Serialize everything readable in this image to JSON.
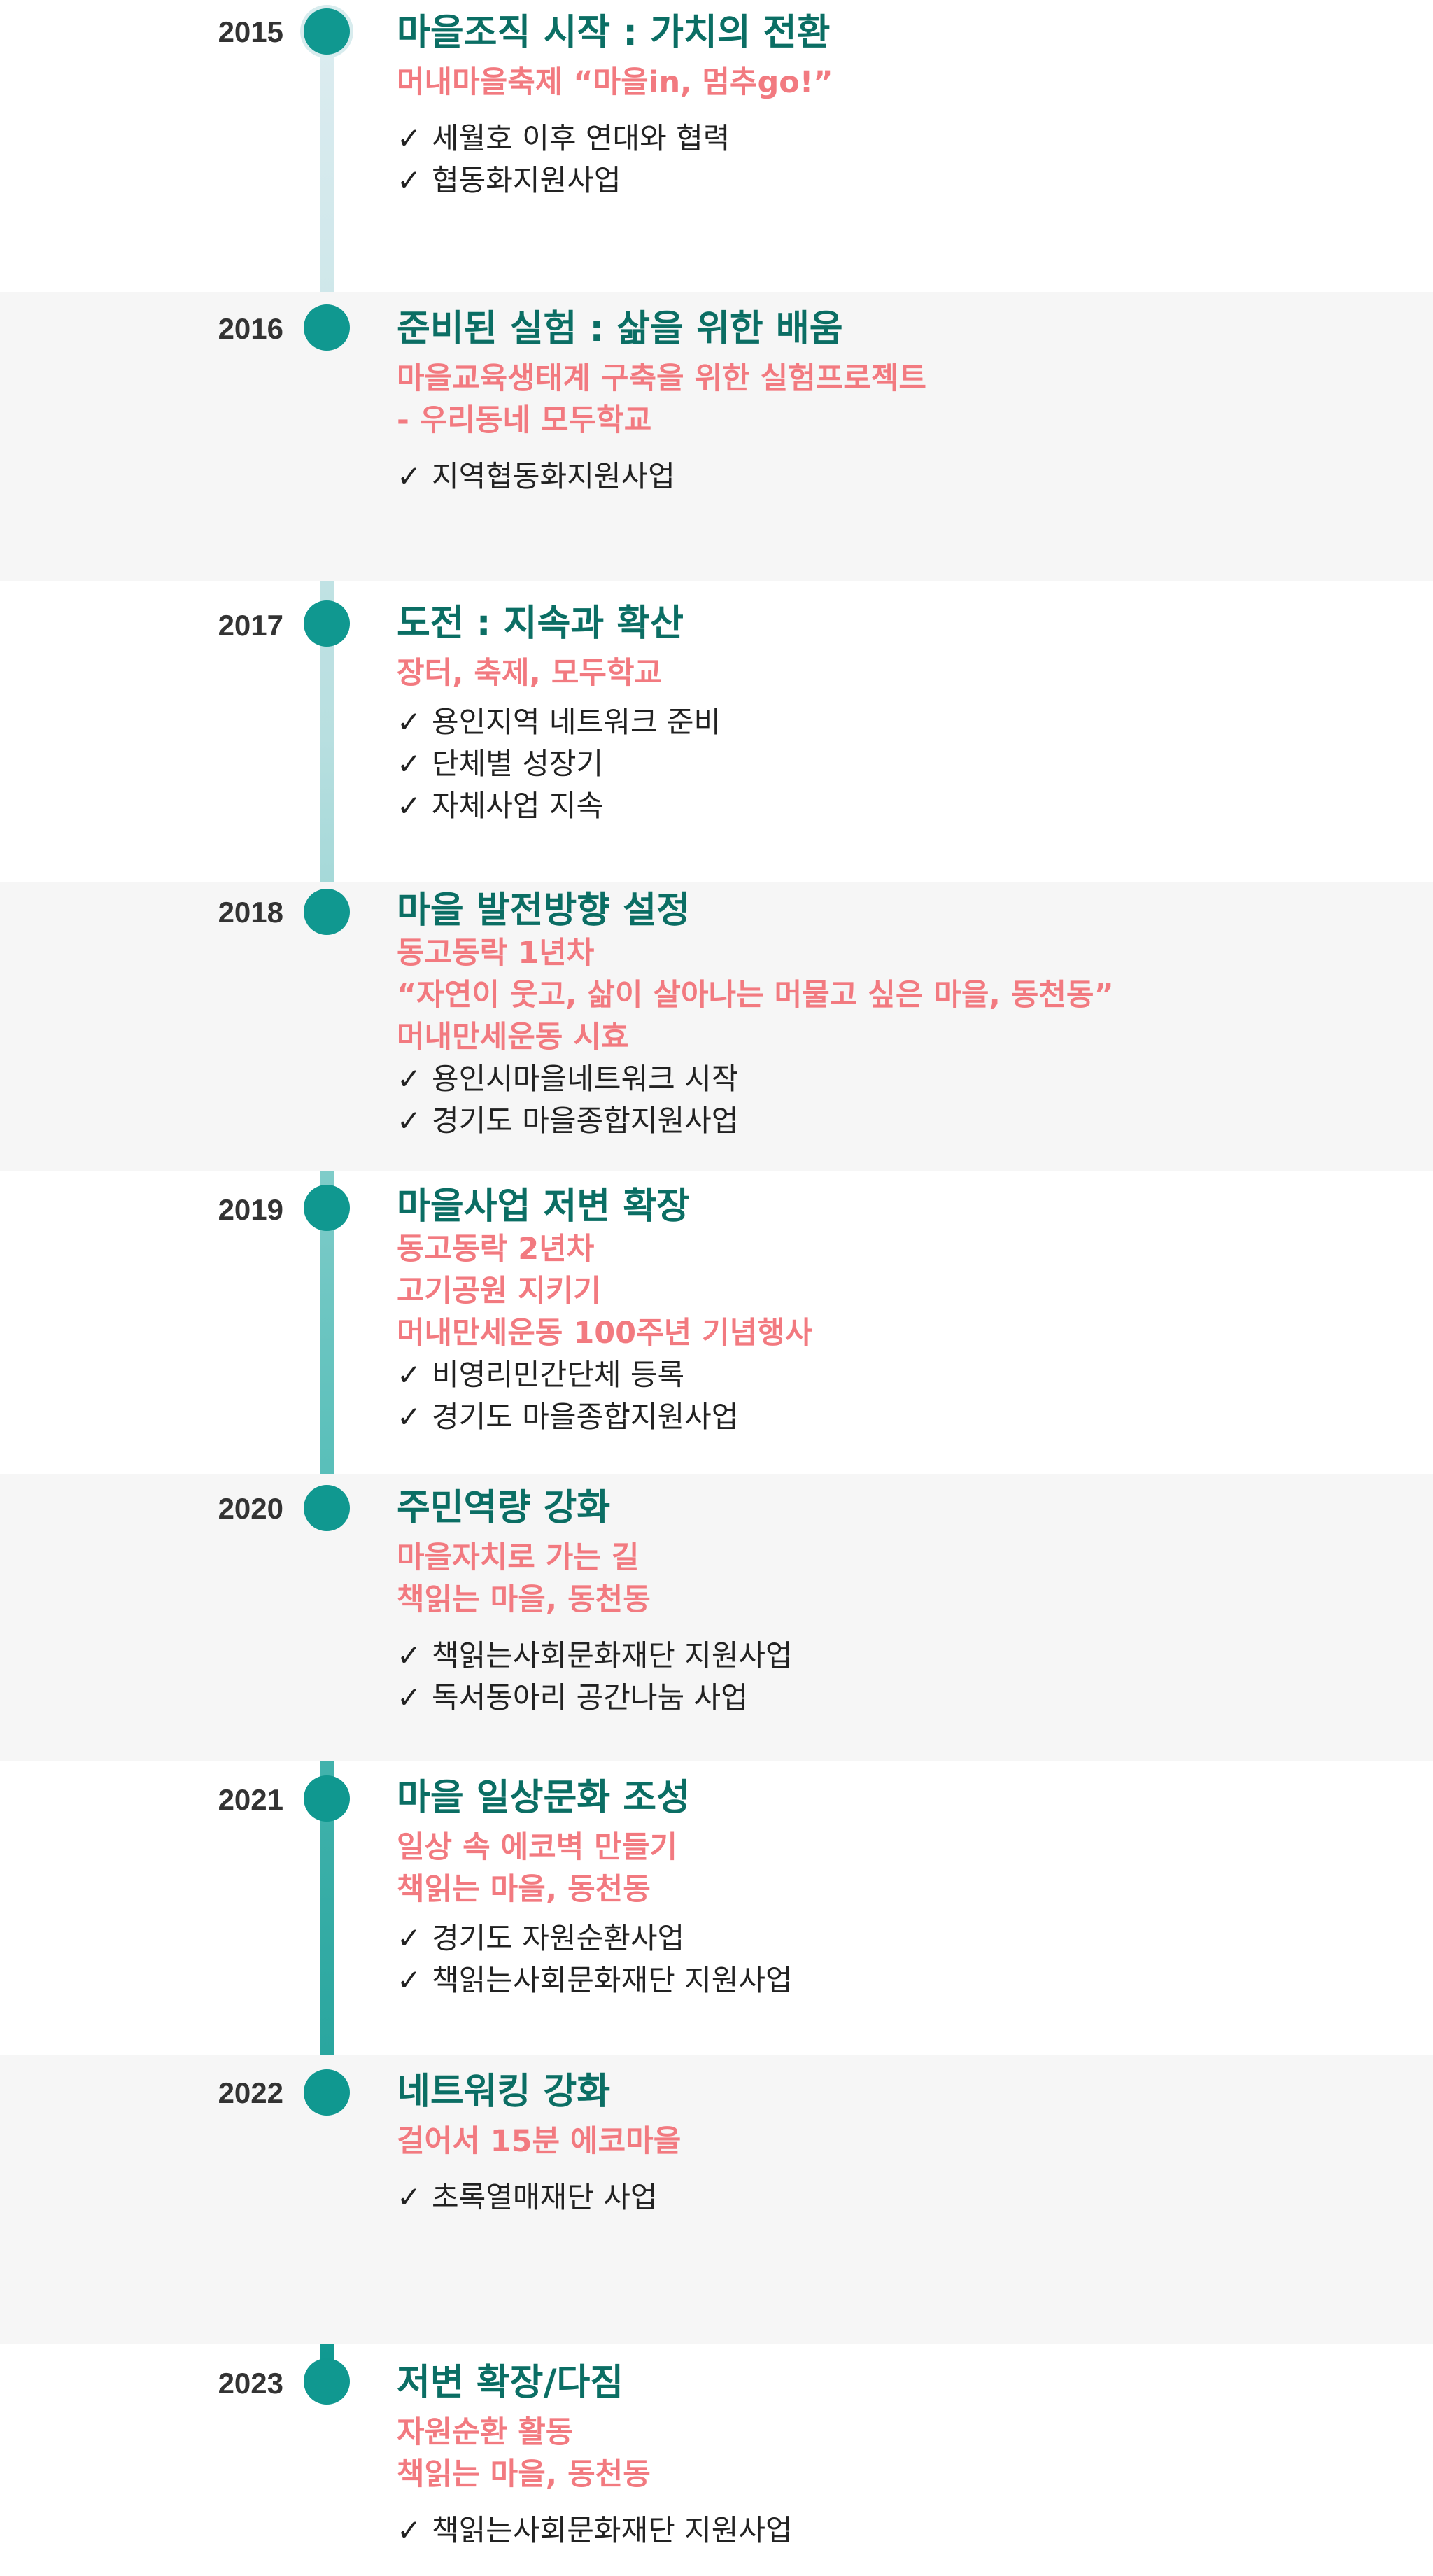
{
  "entries": [
    {
      "year": "2015",
      "title": "마을조직 시작 : 가치의 전환",
      "subs": [
        "머내마을축제 “마을in, 멈추go!”"
      ],
      "checks": [
        "세월호 이후 연대와 협력",
        "협동화지원사업"
      ]
    },
    {
      "year": "2016",
      "title": "준비된 실험 : 삶을 위한 배움",
      "subs": [
        "마을교육생태계 구축을 위한 실험프로젝트",
        "- 우리동네 모두학교"
      ],
      "checks": [
        "지역협동화지원사업"
      ]
    },
    {
      "year": "2017",
      "title": "도전 : 지속과 확산",
      "subs": [
        "장터, 축제, 모두학교"
      ],
      "checks": [
        "용인지역 네트워크 준비",
        "단체별 성장기",
        "자체사업 지속"
      ]
    },
    {
      "year": "2018",
      "title": "마을 발전방향 설정",
      "subs": [
        "동고동락 1년차",
        "“자연이 웃고, 삶이 살아나는 머물고 싶은 마을, 동천동”",
        "머내만세운동 시효"
      ],
      "checks": [
        "용인시마을네트워크 시작",
        "경기도 마을종합지원사업"
      ]
    },
    {
      "year": "2019",
      "title": "마을사업 저변 확장",
      "subs": [
        "동고동락 2년차",
        "고기공원 지키기",
        "머내만세운동 100주년 기념행사"
      ],
      "checks": [
        "비영리민간단체 등록",
        "경기도 마을종합지원사업"
      ]
    },
    {
      "year": "2020",
      "title": "주민역량 강화",
      "subs": [
        "마을자치로 가는 길",
        "책읽는 마을, 동천동"
      ],
      "checks": [
        "책읽는사회문화재단 지원사업",
        "독서동아리 공간나눔 사업"
      ]
    },
    {
      "year": "2021",
      "title": "마을 일상문화 조성",
      "subs": [
        "일상 속 에코벽 만들기",
        "책읽는 마을, 동천동"
      ],
      "checks": [
        "경기도 자원순환사업",
        "책읽는사회문화재단 지원사업"
      ]
    },
    {
      "year": "2022",
      "title": "네트워킹 강화",
      "subs": [
        "걸어서 15분 에코마을"
      ],
      "checks": [
        "초록열매재단 사업"
      ]
    },
    {
      "year": "2023",
      "title": "저변 확장/다짐",
      "subs": [
        "자원순환 활동",
        "책읽는 마을, 동천동"
      ],
      "checks": [
        "책읽는사회문화재단 지원사업"
      ]
    }
  ],
  "check_glyph": "✓",
  "colors": {
    "accent": "#0b6e64",
    "highlight": "#f27a80",
    "dot": "#109890",
    "shade": "#f6f6f6"
  }
}
